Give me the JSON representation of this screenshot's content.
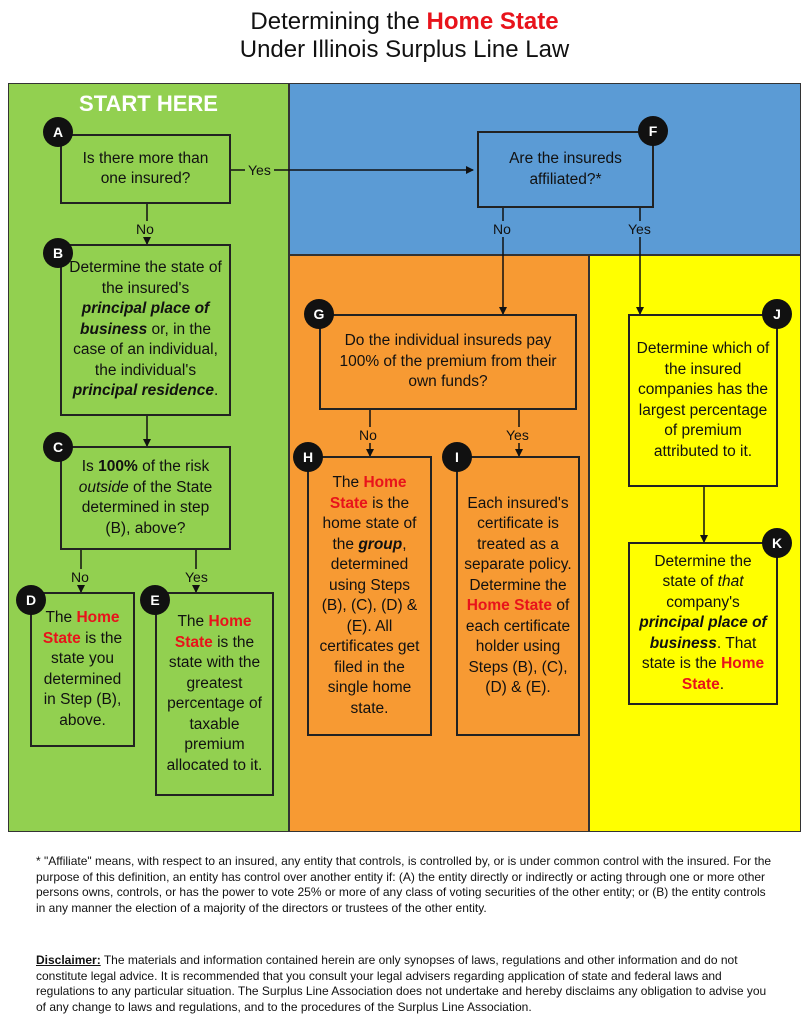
{
  "title": {
    "line1_prefix": "Determining the ",
    "line1_highlight": "Home State",
    "line2": "Under Illinois Surplus Line Law"
  },
  "start_label": "START HERE",
  "colors": {
    "green": "#92d050",
    "blue": "#5b9bd5",
    "orange": "#f79a33",
    "yellow": "#ffff00",
    "highlight_red": "#e8131b"
  },
  "nodes": {
    "A": {
      "badge": "A",
      "text": "Is there more than one insured?"
    },
    "B": {
      "badge": "B",
      "pre": "Determine the state of the insured's ",
      "em1": "principal place of business",
      "mid": " or, in the case of an individual, the individual's ",
      "em2": "principal residence",
      "post": "."
    },
    "C": {
      "badge": "C",
      "pre": "Is ",
      "bold": "100%",
      "mid": " of the risk ",
      "italic": "outside",
      "post": " of the State determined in step (B), above?"
    },
    "D": {
      "badge": "D",
      "pre": "The ",
      "highlight": "Home State",
      "post": " is the state you determined in Step (B), above."
    },
    "E": {
      "badge": "E",
      "pre": "The ",
      "highlight": "Home State",
      "post": " is the state with the greatest percentage of taxable premium allocated to it."
    },
    "F": {
      "badge": "F",
      "text": "Are the insureds affiliated?*"
    },
    "G": {
      "badge": "G",
      "text": "Do the individual insureds pay 100% of the premium from their own funds?"
    },
    "H": {
      "badge": "H",
      "pre": "The ",
      "highlight": "Home State",
      "mid": " is the home state of the ",
      "em": "group",
      "post": ", determined using Steps (B), (C), (D) & (E). All certificates get filed in the single home state."
    },
    "I": {
      "badge": "I",
      "pre": "Each insured's certificate is treated as a separate policy. Determine the ",
      "highlight": "Home State",
      "post": " of each certificate holder using Steps (B), (C), (D) & (E)."
    },
    "J": {
      "badge": "J",
      "text": "Determine which of the insured companies has the largest percentage of premium attributed to it."
    },
    "K": {
      "badge": "K",
      "pre": "Determine the state of ",
      "italic": "that",
      "mid": " company's ",
      "em": "principal place of business",
      "post": ". That state is the ",
      "highlight": "Home State",
      "end": "."
    }
  },
  "edge_labels": {
    "A_F": "Yes",
    "A_B": "No",
    "F_G": "No",
    "F_J": "Yes",
    "C_D": "No",
    "C_E": "Yes",
    "G_H": "No",
    "G_I": "Yes"
  },
  "footnote": "* \"Affiliate\" means, with respect to an insured, any entity that controls, is controlled by, or is under common control with the insured. For the purpose of this definition, an entity has control over another entity if: (A) the entity directly or indirectly or acting through one or more other persons owns, controls, or has the power to vote 25% or more of any class of voting securities of the other entity; or (B) the entity controls in any manner the election of a majority of the directors or trustees of the other entity.",
  "disclaimer": {
    "label": "Disclaimer:",
    "text": " The materials and information contained herein are only synopses of laws, regulations and other information and do not constitute legal advice. It is recommended that you consult your legal advisers regarding application of state and federal laws and regulations to any particular situation. The Surplus Line Association does not undertake and hereby disclaims any obligation to advise you of any change to laws and regulations, and to the procedures of the Surplus Line Association."
  }
}
